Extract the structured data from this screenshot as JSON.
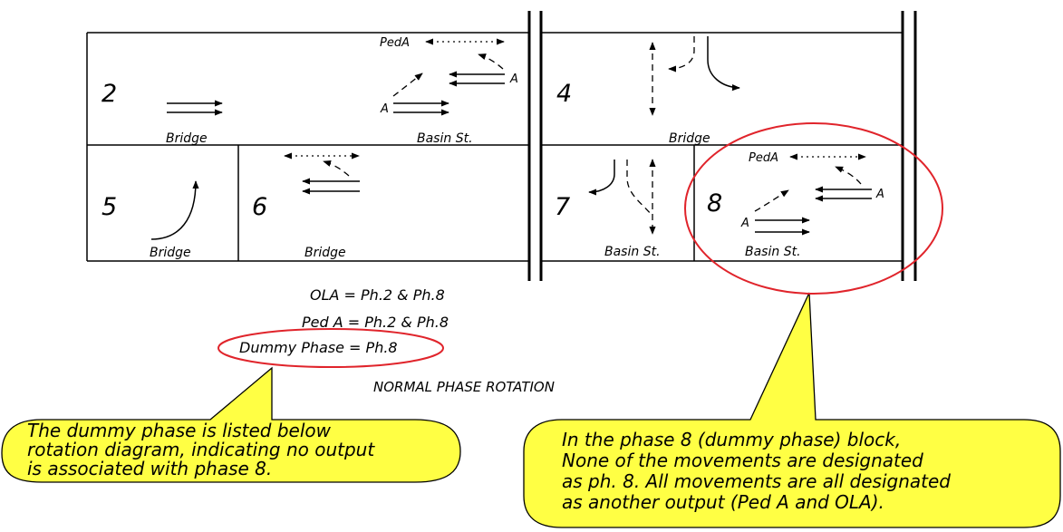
{
  "phases": {
    "p2": {
      "number": "2",
      "labels": [
        "Bridge",
        "Basin St."
      ],
      "ped": "PedA",
      "overlap": "A",
      "overlap2": "A"
    },
    "p4": {
      "number": "4",
      "labels": [
        "Bridge"
      ]
    },
    "p5": {
      "number": "5",
      "labels": [
        "Bridge"
      ]
    },
    "p6": {
      "number": "6",
      "labels": [
        "Bridge"
      ]
    },
    "p7": {
      "number": "7",
      "labels": [
        "Basin St."
      ]
    },
    "p8": {
      "number": "8",
      "labels": [
        "Basin St."
      ],
      "ped": "PedA",
      "overlap": "A",
      "overlap2": "A"
    }
  },
  "notes": {
    "ola": "OLA = Ph.2 & Ph.8",
    "ped": "Ped A = Ph.2 & Ph.8",
    "dummy": "Dummy Phase = Ph.8",
    "title": "NORMAL PHASE ROTATION"
  },
  "callouts": {
    "left": [
      "The dummy phase is listed below",
      "rotation diagram, indicating no output",
      "is associated with phase 8."
    ],
    "right": [
      "In the phase 8 (dummy phase) block,",
      "None of the movements are designated",
      "as ph. 8. All movements are all designated",
      "as another output (Ped A and OLA)."
    ]
  },
  "colors": {
    "highlight_ellipse": "#e0242b",
    "callout_fill": "#ffff44",
    "line": "#000000"
  }
}
